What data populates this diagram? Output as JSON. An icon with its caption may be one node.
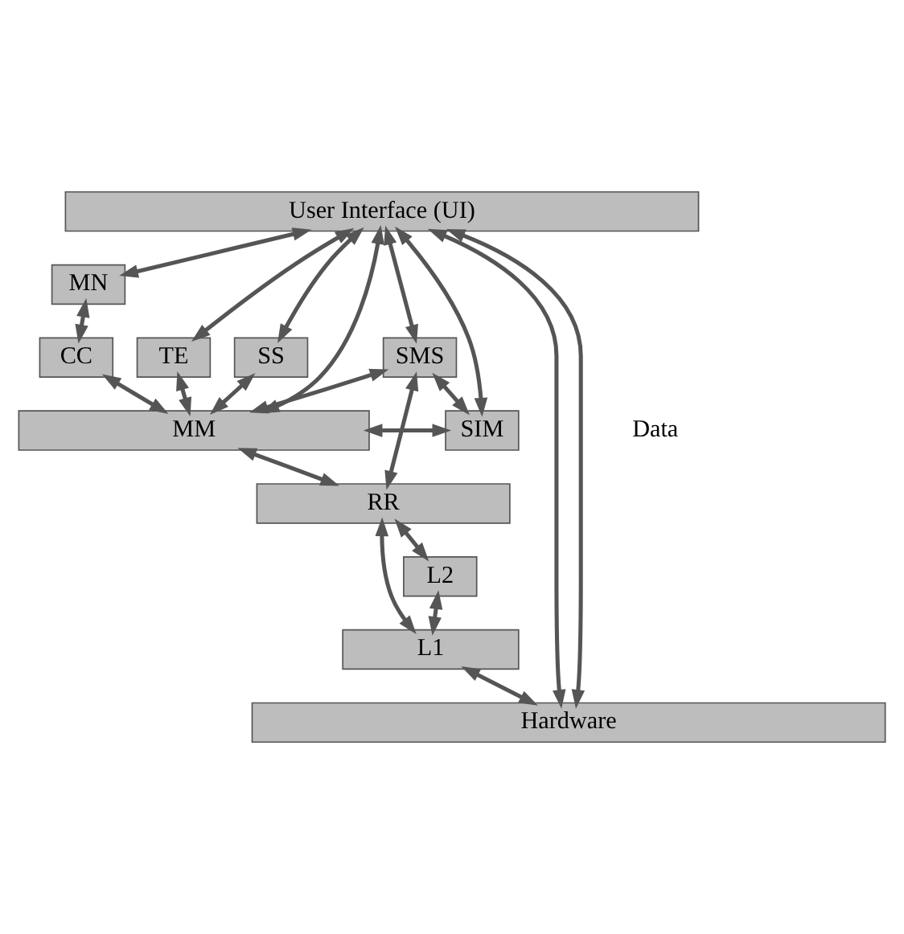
{
  "diagram": {
    "nodes": [
      {
        "text": [
          "User Interface (UI)"
        ]
      },
      {
        "text": [
          "MN"
        ]
      },
      {
        "text": [
          "TE"
        ]
      },
      {
        "text": [
          "CC"
        ]
      },
      {
        "text": [
          "SS"
        ]
      },
      {
        "text": [
          "SMS"
        ]
      },
      {
        "text": [
          "MM"
        ]
      },
      {
        "text": [
          "SIM"
        ]
      },
      {
        "text": [
          "RR"
        ]
      },
      {
        "text": [
          "L2"
        ]
      },
      {
        "text": [
          "L1"
        ]
      },
      {
        "text": [
          "Hardware"
        ]
      }
    ],
    "edges": [
      {
        "from": 0,
        "to": 11,
        "arrow": "both"
      },
      {
        "from": 0,
        "to": 2,
        "arrow": "both"
      },
      {
        "from": 0,
        "to": 1,
        "arrow": "both"
      },
      {
        "from": 1,
        "to": 3,
        "arrow": "both"
      },
      {
        "from": 0,
        "to": 4,
        "arrow": "both"
      },
      {
        "from": 0,
        "to": 6,
        "arrow": "both"
      },
      {
        "from": 0,
        "to": 5,
        "arrow": "both"
      },
      {
        "from": 0,
        "to": 7,
        "arrow": "both"
      },
      {
        "from": 0,
        "to": 11,
        "arrow": "both"
      },
      {
        "from": 2,
        "to": 6,
        "arrow": "both"
      },
      {
        "from": 3,
        "to": 6,
        "arrow": "both"
      },
      {
        "from": 4,
        "to": 6,
        "arrow": "both"
      },
      {
        "from": 5,
        "to": 6,
        "arrow": "both"
      },
      {
        "from": 5,
        "to": 8,
        "arrow": "both"
      },
      {
        "from": 6,
        "to": 7,
        "arrow": "both"
      },
      {
        "from": 5,
        "to": 7,
        "arrow": "both"
      },
      {
        "from": 6,
        "to": 8,
        "arrow": "both"
      },
      {
        "from": 8,
        "to": 9,
        "arrow": "both"
      },
      {
        "from": 9,
        "to": 10,
        "arrow": "both"
      },
      {
        "from": 8,
        "to": 10,
        "arrow": "both"
      },
      {
        "from": 10,
        "to": 11,
        "arrow": "both"
      }
    ],
    "labels": [
      "Data"
    ]
  }
}
